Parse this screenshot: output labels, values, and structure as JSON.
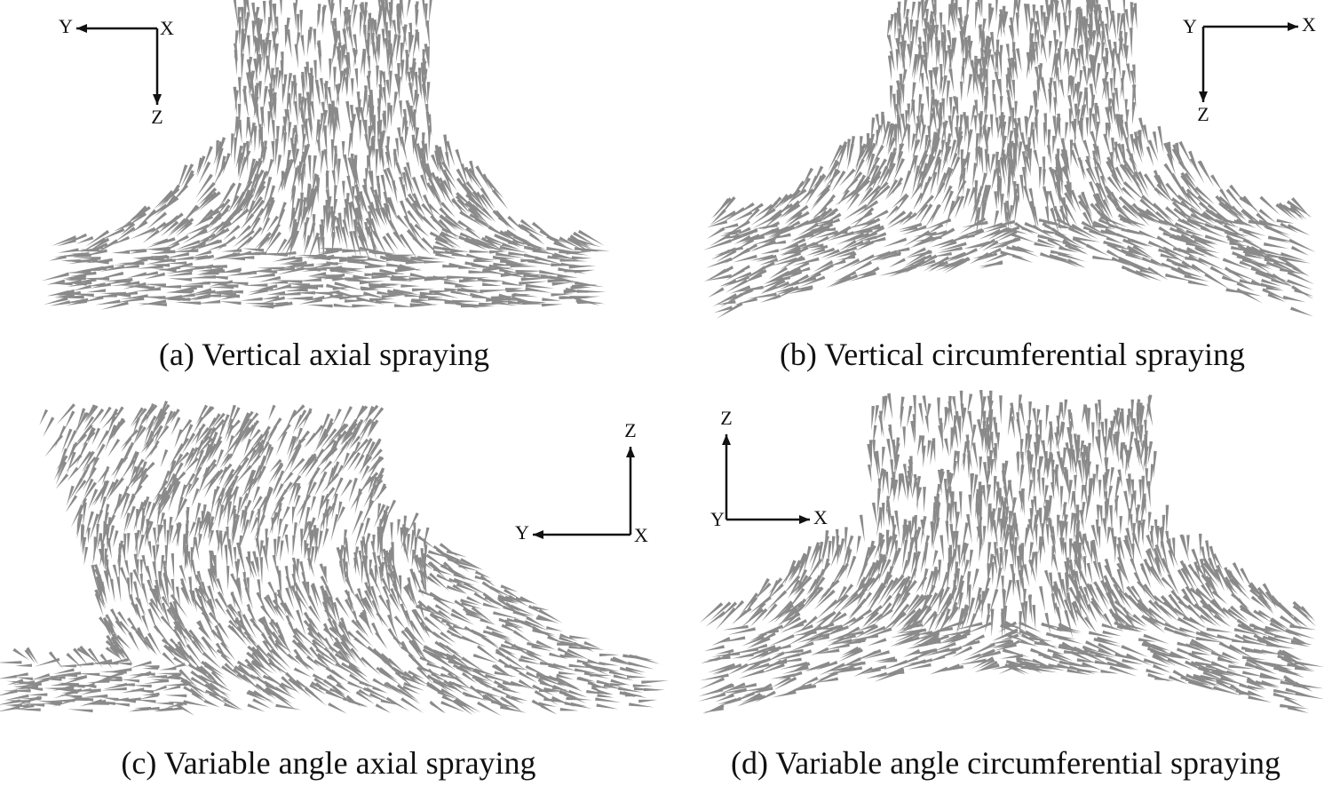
{
  "panels": [
    {
      "id": "a",
      "caption": "(a) Vertical axial spraying",
      "axes": {
        "horizontal": "Y",
        "vertical": "Z",
        "normal": "X"
      },
      "pattern": "axial"
    },
    {
      "id": "b",
      "caption": "(b) Vertical circumferential spraying",
      "axes": {
        "horizontal": "X",
        "vertical": "Z",
        "normal": "Y"
      },
      "pattern": "circumferential"
    },
    {
      "id": "c",
      "caption": "(c) Variable angle axial spraying",
      "axes": {
        "horizontal": "Y",
        "vertical": "Z",
        "normal": "X"
      },
      "pattern": "variable-axial"
    },
    {
      "id": "d",
      "caption": "(d) Variable angle circumferential spraying",
      "axes": {
        "horizontal": "X",
        "vertical": "Z",
        "normal": "Y"
      },
      "pattern": "variable-circumferential"
    }
  ],
  "colors": {
    "vector": "#8a8a8a",
    "axis": "#111111",
    "text": "#111111"
  }
}
